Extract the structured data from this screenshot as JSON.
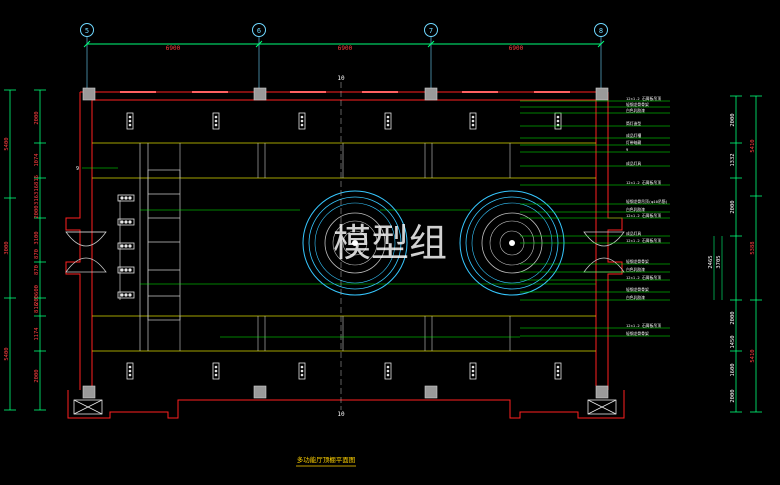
{
  "drawing": {
    "title": "多功能厅顶棚平面图",
    "watermark": "模型组",
    "colors": {
      "background": "#000000",
      "wall": "#ff2020",
      "dimension": "#00ff7a",
      "grid_bubble": "#6fd8ff",
      "fixture": "#e8e8e8",
      "leader": "#00ff00",
      "ceiling_line": "#d8d800",
      "ring": "#36c7ff",
      "column": "#bdbdbd",
      "label": "#ffd200"
    }
  },
  "grid_axes": {
    "labels": [
      "5",
      "6",
      "7",
      "8"
    ],
    "spacings": [
      "6900",
      "6900",
      "6900"
    ]
  },
  "centerline": {
    "top_label": "10",
    "bottom_label": "10"
  },
  "left_dimensions": {
    "overall": [
      "5400",
      "3000",
      "5400"
    ],
    "detail": [
      "2000",
      "1074",
      "816",
      "316",
      "316",
      "2000",
      "3100",
      "870",
      "870",
      "600",
      "200",
      "816",
      "1174",
      "2000"
    ]
  },
  "right_dimensions": {
    "overall": [
      "5410",
      "5388",
      "5410"
    ],
    "detail": [
      "2000",
      "1332",
      "2000",
      "2465",
      "3705",
      "2000",
      "1450",
      "1600",
      "2000"
    ]
  },
  "annotations": [
    "12×1.2 石膏板吊顶",
    "轻钢龙骨骨架",
    "白色乳胶漆",
    "筒灯造型",
    "成品灯槽",
    "灯带暗藏",
    "9",
    "成品灯具",
    "12×1.2 石膏板吊顶",
    "轻钢龙骨吊顶(φ10吊筋)",
    "白色乳胶漆",
    "12×1.2 石膏板吊顶",
    "成品灯具",
    "12×1.2 石膏板吊顶",
    "轻钢龙骨骨架",
    "白色乳胶漆",
    "12×1.2 石膏板吊顶",
    "轻钢龙骨骨架",
    "白色乳胶漆",
    "12×1.2 石膏板吊顶",
    "轻钢龙骨骨架"
  ],
  "left_leader_label": "9",
  "fixtures": {
    "top_row_count": 6,
    "bottom_row_count": 6,
    "side_lights_count": 5
  }
}
